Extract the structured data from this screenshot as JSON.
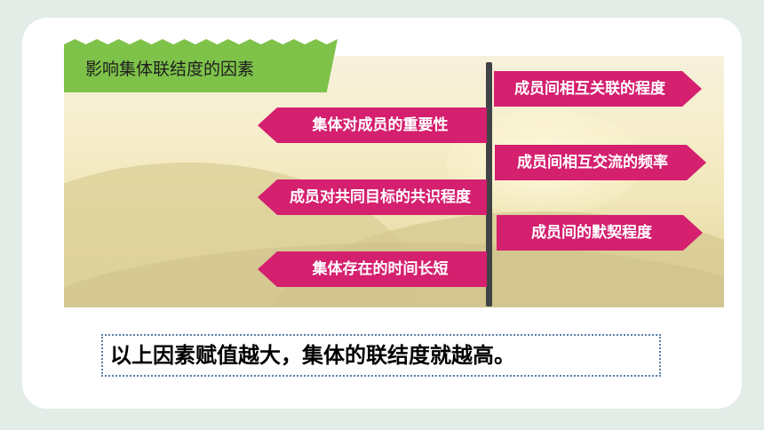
{
  "title": "影响集体联结度的因素",
  "signs_right": [
    "成员间相互关联的程度",
    "成员间相互交流的频率",
    "成员间的默契程度"
  ],
  "signs_left": [
    "集体对成员的重要性",
    "成员对共同目标的共识程度",
    "集体存在的时间长短"
  ],
  "summary": "以上因素赋值越大，集体的联结度就越高。",
  "colors": {
    "banner": "#7ec24a",
    "sign": "#d4206f",
    "pole": "#404346",
    "summary_border": "#5a7fa8",
    "page_background": "#e3ece6"
  }
}
